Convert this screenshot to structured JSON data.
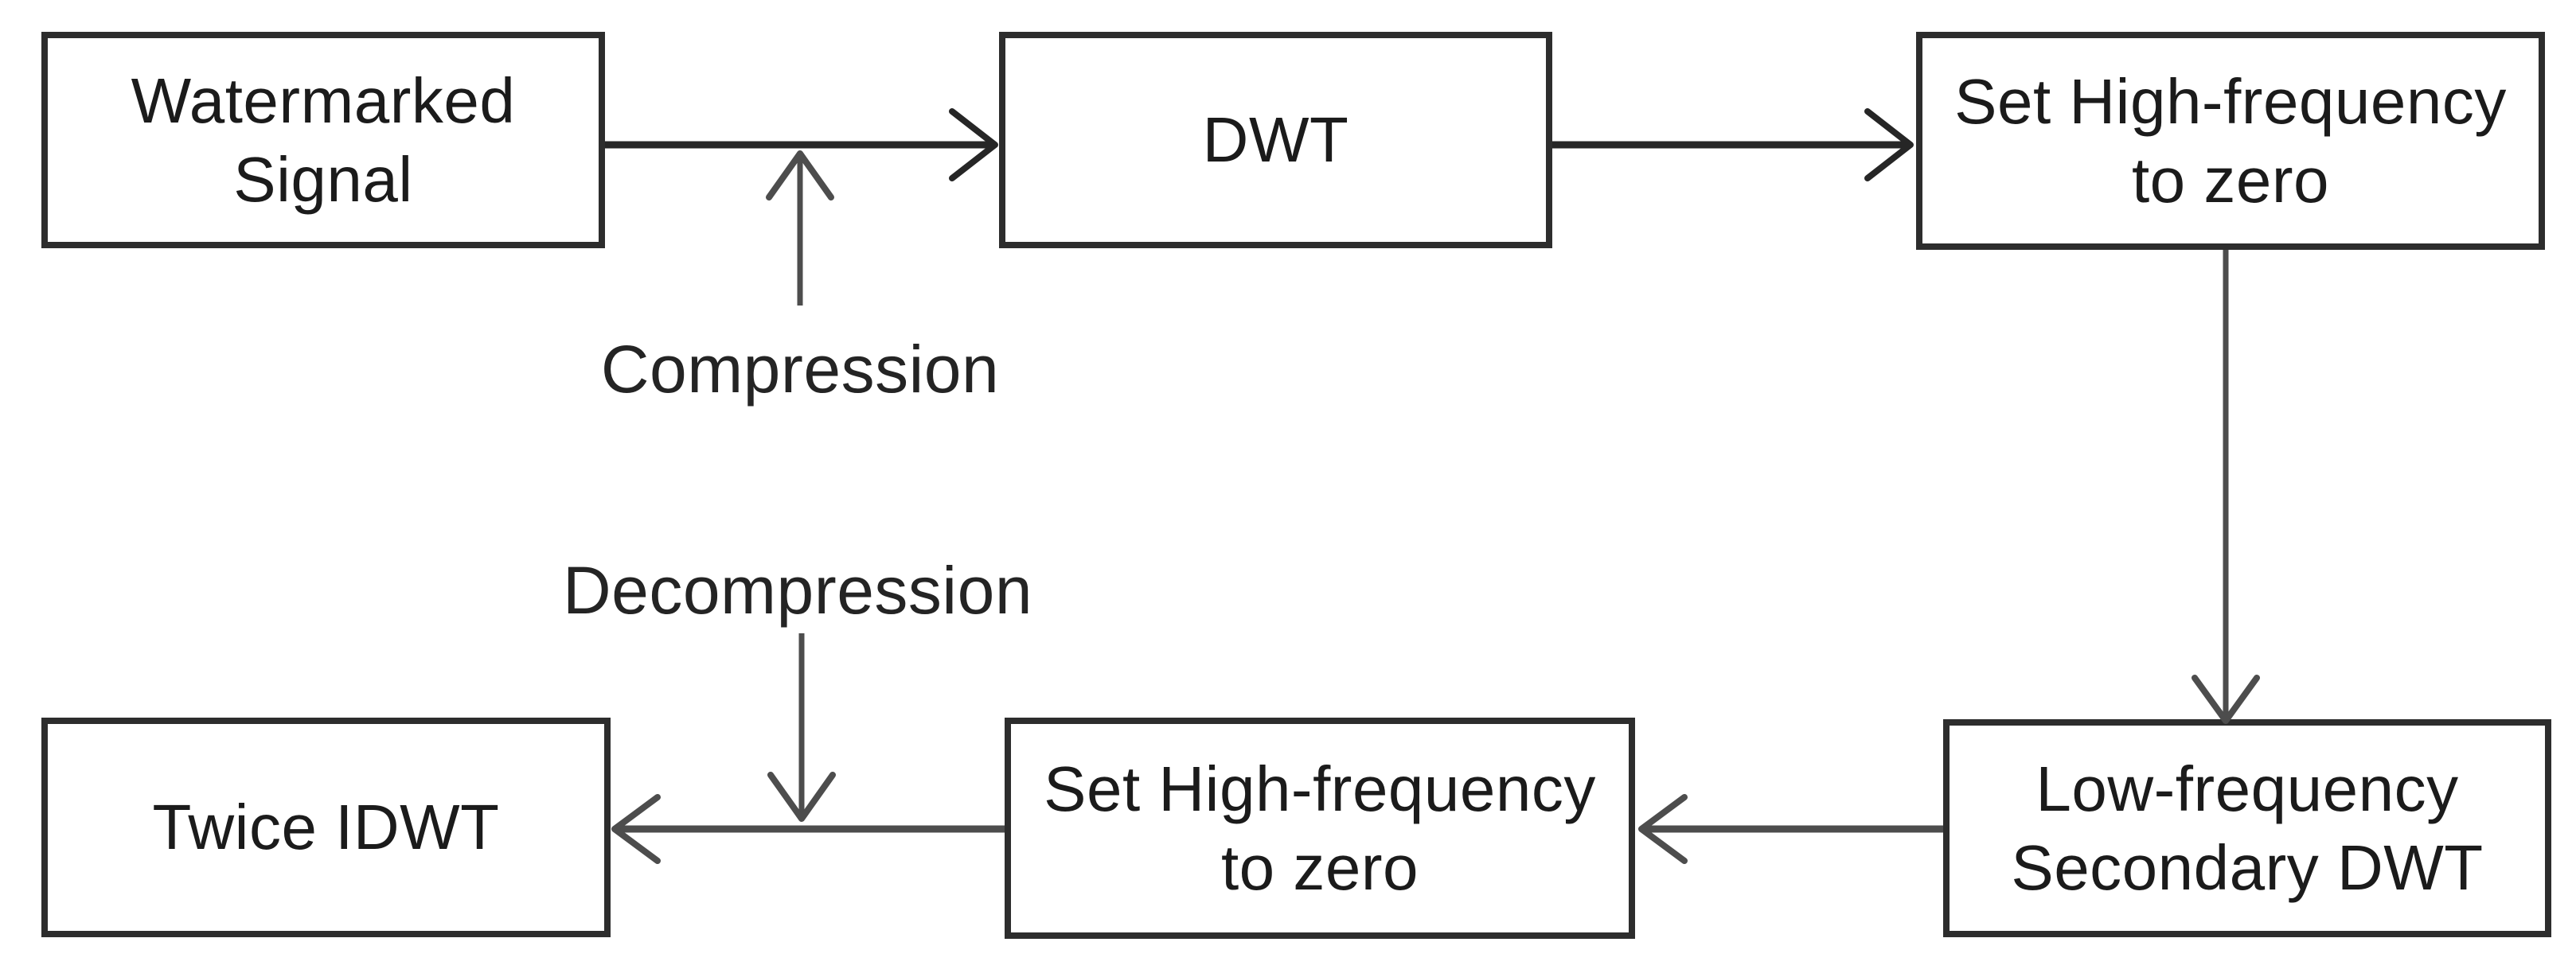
{
  "figure": {
    "type": "flowchart",
    "background": "#ffffff",
    "line_color_dark": "#262626",
    "line_color_gray": "#4d4d4d",
    "border_color": "#2d2d2d",
    "text_color": "#1b1b1b",
    "nodes": {
      "watermarked_signal": {
        "lines": [
          "Watermarked",
          "Signal"
        ]
      },
      "dwt": {
        "lines": [
          "DWT"
        ]
      },
      "set_high_frequency_top": {
        "lines": [
          "Set High-frequency",
          "to zero"
        ]
      },
      "twice_idwt": {
        "lines": [
          "Twice IDWT"
        ]
      },
      "set_high_frequency_bottom": {
        "lines": [
          "Set High-frequency",
          "to zero"
        ]
      },
      "low_frequency_secondary_dwt": {
        "lines": [
          "Low-frequency",
          "Secondary DWT"
        ]
      }
    },
    "annotations": {
      "compression": "Compression",
      "decompression": "Decompression"
    },
    "edges": [
      {
        "from": "watermarked_signal",
        "to": "dwt",
        "label": "Compression"
      },
      {
        "from": "dwt",
        "to": "set_high_frequency_top",
        "label": ""
      },
      {
        "from": "set_high_frequency_top",
        "to": "low_frequency_secondary_dwt",
        "label": ""
      },
      {
        "from": "low_frequency_secondary_dwt",
        "to": "set_high_frequency_bottom",
        "label": ""
      },
      {
        "from": "set_high_frequency_bottom",
        "to": "twice_idwt",
        "label": "Decompression"
      }
    ]
  }
}
